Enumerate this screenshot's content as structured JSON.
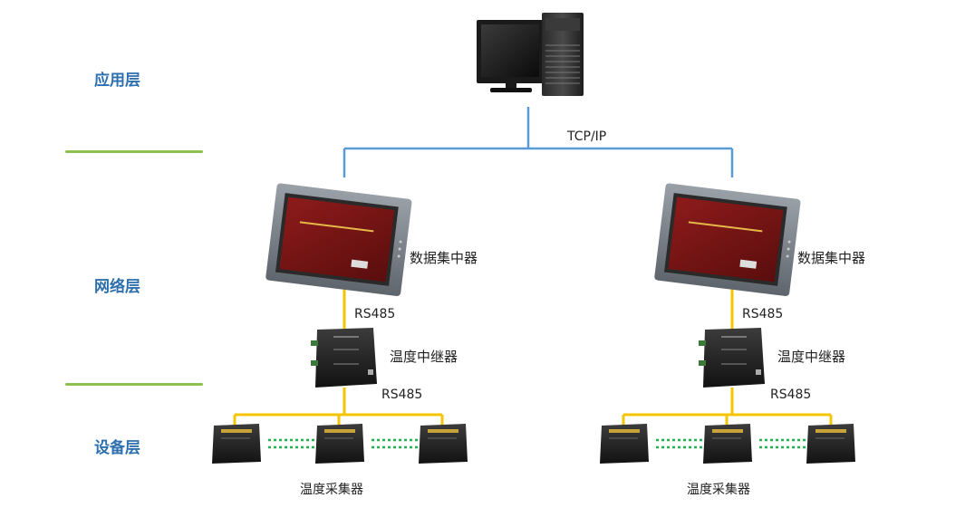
{
  "layers": {
    "application": "应用层",
    "network": "网络层",
    "device": "设备层"
  },
  "labels": {
    "tcp_ip": "TCP/IP",
    "concentrator": "数据集中器",
    "repeater": "温度中继器",
    "rs485": "RS485",
    "collector_group": "温度采集器"
  },
  "colors": {
    "layer_text": "#2e6fae",
    "divider": "#8cc152",
    "tcp_line": "#5b9bd5",
    "rs485_line": "#f5c400",
    "wireless_link": "#22b24c"
  },
  "icons": {
    "computer": "desktop-computer-icon",
    "concentrator": "touch-panel-icon",
    "repeater": "repeater-box-icon",
    "collector": "collector-box-icon"
  }
}
